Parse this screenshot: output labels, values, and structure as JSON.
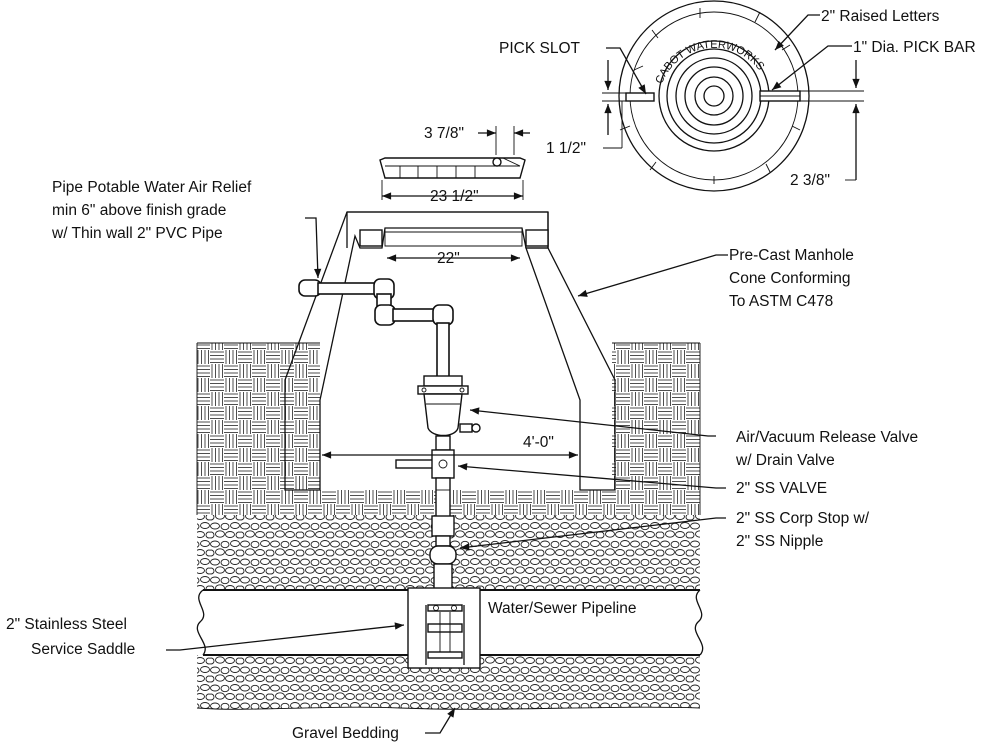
{
  "labels": {
    "raised_letters": "2\" Raised Letters",
    "pick_slot": "PICK SLOT",
    "pick_bar": "1\" Dia. PICK BAR",
    "lid_text": "CABOT WATERWORKS",
    "dim_3_7_8": "3 7/8\"",
    "dim_1_1_2": "1 1/2\"",
    "dim_2_3_8": "2 3/8\"",
    "dim_23_1_2": "23 1/2\"",
    "dim_22": "22\"",
    "dim_4_0": "4'-0\"",
    "air_relief_1": "Pipe Potable Water Air Relief",
    "air_relief_2": "min 6\" above finish grade",
    "air_relief_3": "w/ Thin wall 2\" PVC Pipe",
    "manhole_1": "Pre-Cast Manhole",
    "manhole_2": "Cone Conforming",
    "manhole_3": "To ASTM C478",
    "air_valve_1": "Air/Vacuum Release Valve",
    "air_valve_2": "w/ Drain Valve",
    "ss_valve": "2\" SS VALVE",
    "corp_stop_1": "2\" SS Corp Stop w/",
    "corp_stop_2": "2\" SS Nipple",
    "saddle_1": "2\" Stainless Steel",
    "saddle_2": "Service Saddle",
    "pipeline": "Water/Sewer Pipeline",
    "gravel": "Gravel Bedding"
  },
  "colors": {
    "line": "#111111",
    "background": "#ffffff"
  }
}
